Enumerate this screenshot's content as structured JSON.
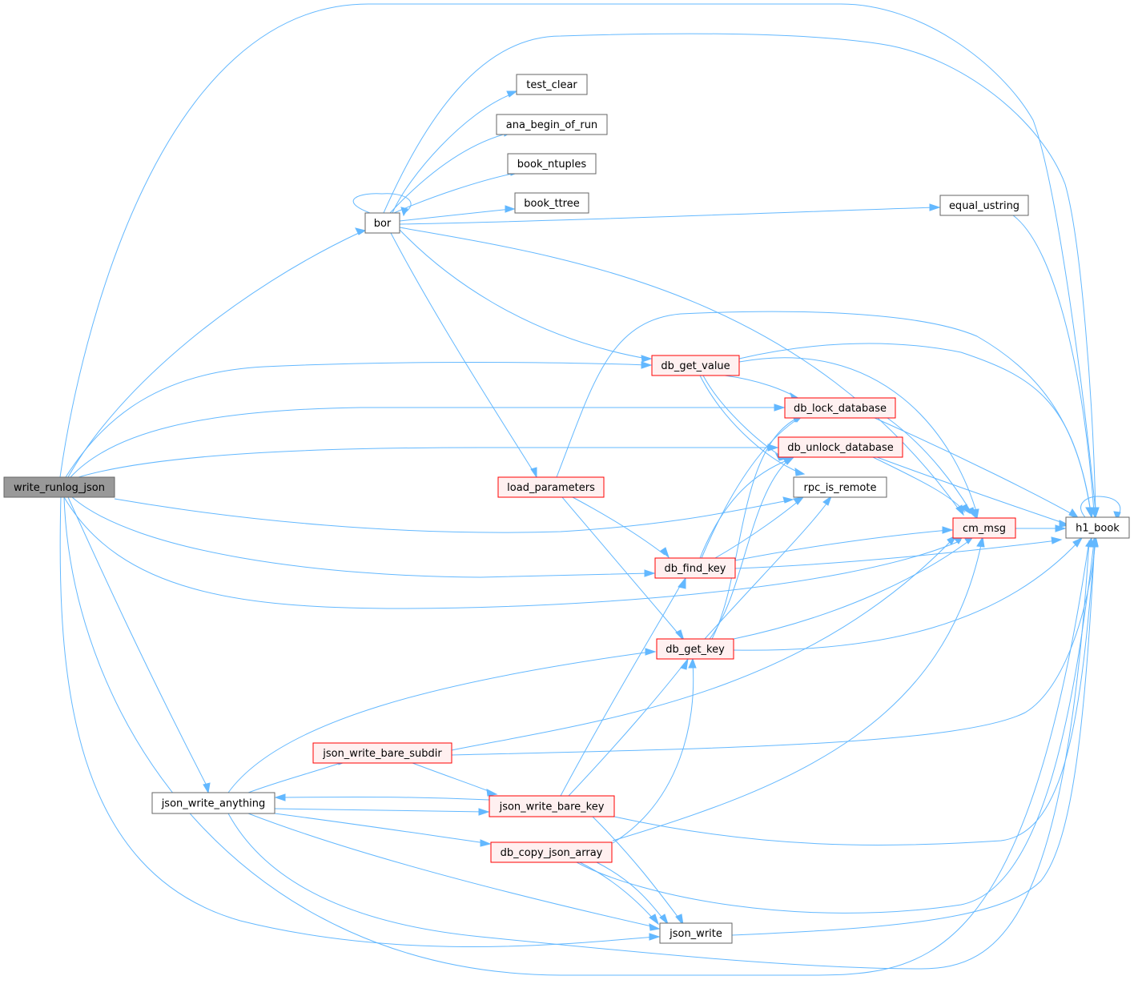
{
  "colors": {
    "edge": "#63b8ff",
    "node_border_normal": "#666666",
    "node_border_red": "#ff0000",
    "node_fill_normal": "#ffffff",
    "node_fill_red": "#fff0f0",
    "node_fill_focus": "#999999",
    "node_border_focus": "#666666"
  },
  "nodes": {
    "write_runlog_json": {
      "label": "write_runlog_json",
      "style": "focus"
    },
    "bor": {
      "label": "bor",
      "style": "normal"
    },
    "test_clear": {
      "label": "test_clear",
      "style": "normal"
    },
    "ana_begin_of_run": {
      "label": "ana_begin_of_run",
      "style": "normal"
    },
    "book_ntuples": {
      "label": "book_ntuples",
      "style": "normal"
    },
    "book_ttree": {
      "label": "book_ttree",
      "style": "normal"
    },
    "equal_ustring": {
      "label": "equal_ustring",
      "style": "normal"
    },
    "db_get_value": {
      "label": "db_get_value",
      "style": "red"
    },
    "db_lock_database": {
      "label": "db_lock_database",
      "style": "red"
    },
    "db_unlock_database": {
      "label": "db_unlock_database",
      "style": "red"
    },
    "load_parameters": {
      "label": "load_parameters",
      "style": "red"
    },
    "rpc_is_remote": {
      "label": "rpc_is_remote",
      "style": "normal"
    },
    "cm_msg": {
      "label": "cm_msg",
      "style": "red"
    },
    "h1_book": {
      "label": "h1_book",
      "style": "normal"
    },
    "db_find_key": {
      "label": "db_find_key",
      "style": "red"
    },
    "db_get_key": {
      "label": "db_get_key",
      "style": "red"
    },
    "json_write_bare_subdir": {
      "label": "json_write_bare_subdir",
      "style": "red"
    },
    "json_write_anything": {
      "label": "json_write_anything",
      "style": "normal"
    },
    "json_write_bare_key": {
      "label": "json_write_bare_key",
      "style": "red"
    },
    "db_copy_json_array": {
      "label": "db_copy_json_array",
      "style": "red"
    },
    "json_write": {
      "label": "json_write",
      "style": "normal"
    }
  }
}
